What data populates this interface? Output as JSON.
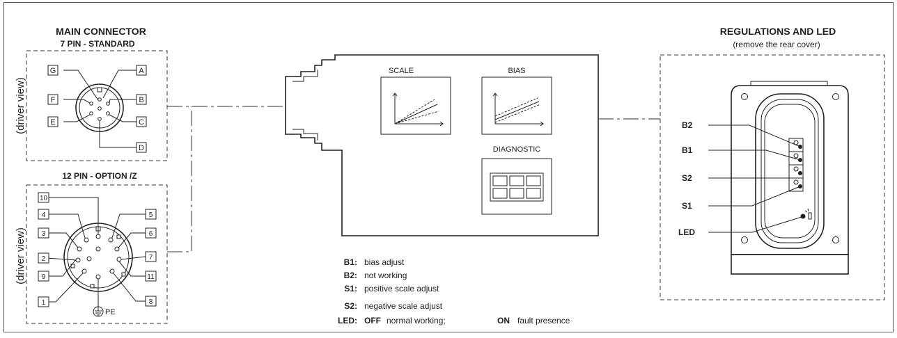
{
  "main_connector": {
    "title": "MAIN CONNECTOR",
    "pin7_title": "7 PIN - STANDARD",
    "pin12_title": "12 PIN - OPTION /Z",
    "side_label": "(driver view)",
    "pins7": [
      "A",
      "B",
      "C",
      "D",
      "E",
      "F",
      "G"
    ],
    "pins12": [
      "10",
      "4",
      "5",
      "3",
      "6",
      "2",
      "7",
      "9",
      "11",
      "1",
      "8"
    ],
    "pe_label": "PE"
  },
  "driver": {
    "scale_label": "SCALE",
    "bias_label": "BIAS",
    "diagnostic_label": "DIAGNOSTIC"
  },
  "regulations": {
    "title": "REGULATIONS AND LED",
    "subtitle": "(remove the rear cover)",
    "labels": [
      "B2",
      "B1",
      "S2",
      "S1",
      "LED"
    ]
  },
  "legend": [
    {
      "key": "B1:",
      "text": "bias adjust"
    },
    {
      "key": "B2:",
      "text": "not working"
    },
    {
      "key": "S1:",
      "text": "positive scale adjust"
    },
    {
      "key": "S2:",
      "text": "negative scale adjust"
    }
  ],
  "led_legend": {
    "key": "LED:",
    "off": "OFF",
    "off_text": "normal working;",
    "on": "ON",
    "on_text": "fault presence"
  }
}
